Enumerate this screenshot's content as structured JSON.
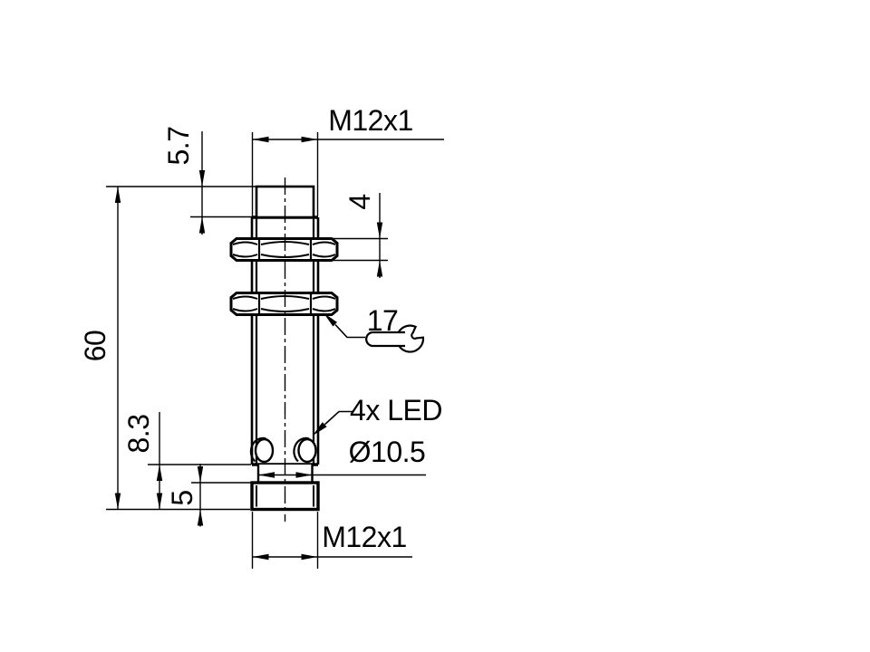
{
  "page": {
    "background": "#ffffff",
    "ink": "#000000"
  },
  "drawing": {
    "kind": "technical-dimension-drawing",
    "labels": {
      "thread_top": "M12x1",
      "dim_head": "5.7",
      "dim_nut": "4",
      "dim_overall": "60",
      "wrench": "17",
      "led": "4x LED",
      "diameter": "Ø10.5",
      "dim_rear": "8.3",
      "dim_connector": "5",
      "thread_bottom": "M12x1"
    },
    "icons": {
      "wrench_symbol": "open-end-wrench-icon"
    }
  }
}
